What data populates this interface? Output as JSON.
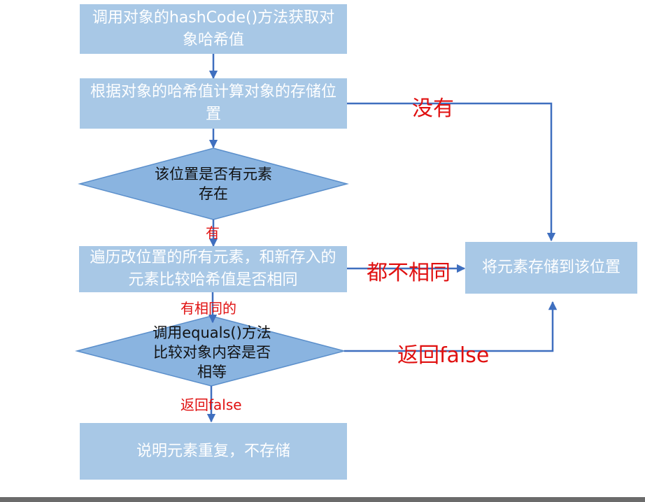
{
  "colors": {
    "box_fill": "#a8c8e6",
    "diamond_fill": "#8ab4e0",
    "diamond_stroke": "#5b8fcb",
    "arrow": "#3f6fbf",
    "label": "#e01010"
  },
  "nodes": {
    "step1": "调用对象的hashCode()方法获取对象哈希值",
    "step2": "根据对象的哈希值计算对象的存储位置",
    "decision1": "该位置是否有元素存在",
    "step3": "遍历改位置的所有元素，和新存入的元素比较哈希值是否相同",
    "store": "将元素存储到该位置",
    "decision2": "调用equals()方法比较对象内容是否相等",
    "duplicate": "说明元素重复，不存储"
  },
  "labels": {
    "no": "没有",
    "yes": "有",
    "all_different": "都不相同",
    "has_same": "有相同的",
    "return_false_right": "返回false",
    "return_false_down": "返回false"
  }
}
